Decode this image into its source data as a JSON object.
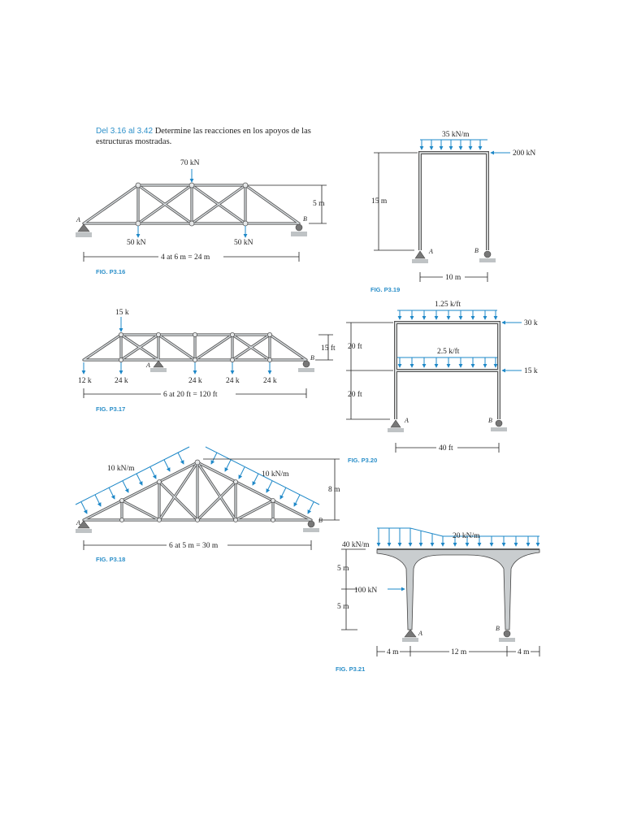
{
  "intro": {
    "numbers": "Del 3.16 al 3.42",
    "text": "Determine las reacciones en los apoyos de las estructuras mostradas."
  },
  "fig316": {
    "caption": "FIG. P3.16",
    "load_top": "70 kN",
    "load_left": "50 kN",
    "load_right": "50 kN",
    "height": "5 m",
    "span": "4 at 6 m = 24 m",
    "label_a": "A",
    "label_b": "B"
  },
  "fig317": {
    "caption": "FIG. P3.17",
    "load_top": "15 k",
    "load_1": "12 k",
    "load_2": "24 k",
    "load_3": "24 k",
    "load_4": "24 k",
    "load_5": "24 k",
    "height": "15 ft",
    "span": "6 at 20 ft = 120 ft",
    "label_a": "A",
    "label_b": "B"
  },
  "fig318": {
    "caption": "FIG. P3.18",
    "load_left": "10 kN/m",
    "load_right": "10 kN/m",
    "height": "8 m",
    "span": "6 at 5 m = 30 m",
    "label_a": "A",
    "label_b": "B"
  },
  "fig319": {
    "caption": "FIG. P3.19",
    "udl": "35 kN/m",
    "point": "200 kN",
    "height": "15 m",
    "span": "10 m",
    "label_a": "A",
    "label_b": "B"
  },
  "fig320": {
    "caption": "FIG. P3.20",
    "udl_top": "1.25 k/ft",
    "udl_mid": "2.5 k/ft",
    "point_top": "30 k",
    "point_mid": "15 k",
    "height_top": "20 ft",
    "height_bot": "20 ft",
    "span": "40 ft",
    "label_a": "A",
    "label_b": "B"
  },
  "fig321": {
    "caption": "FIG. P3.21",
    "udl_left": "40 kN/m",
    "udl_right": "20 kN/m",
    "point": "100 kN",
    "h1": "5 m",
    "h2": "5 m",
    "s1": "4 m",
    "s2": "12 m",
    "s3": "4 m",
    "label_a": "A",
    "label_b": "B"
  }
}
